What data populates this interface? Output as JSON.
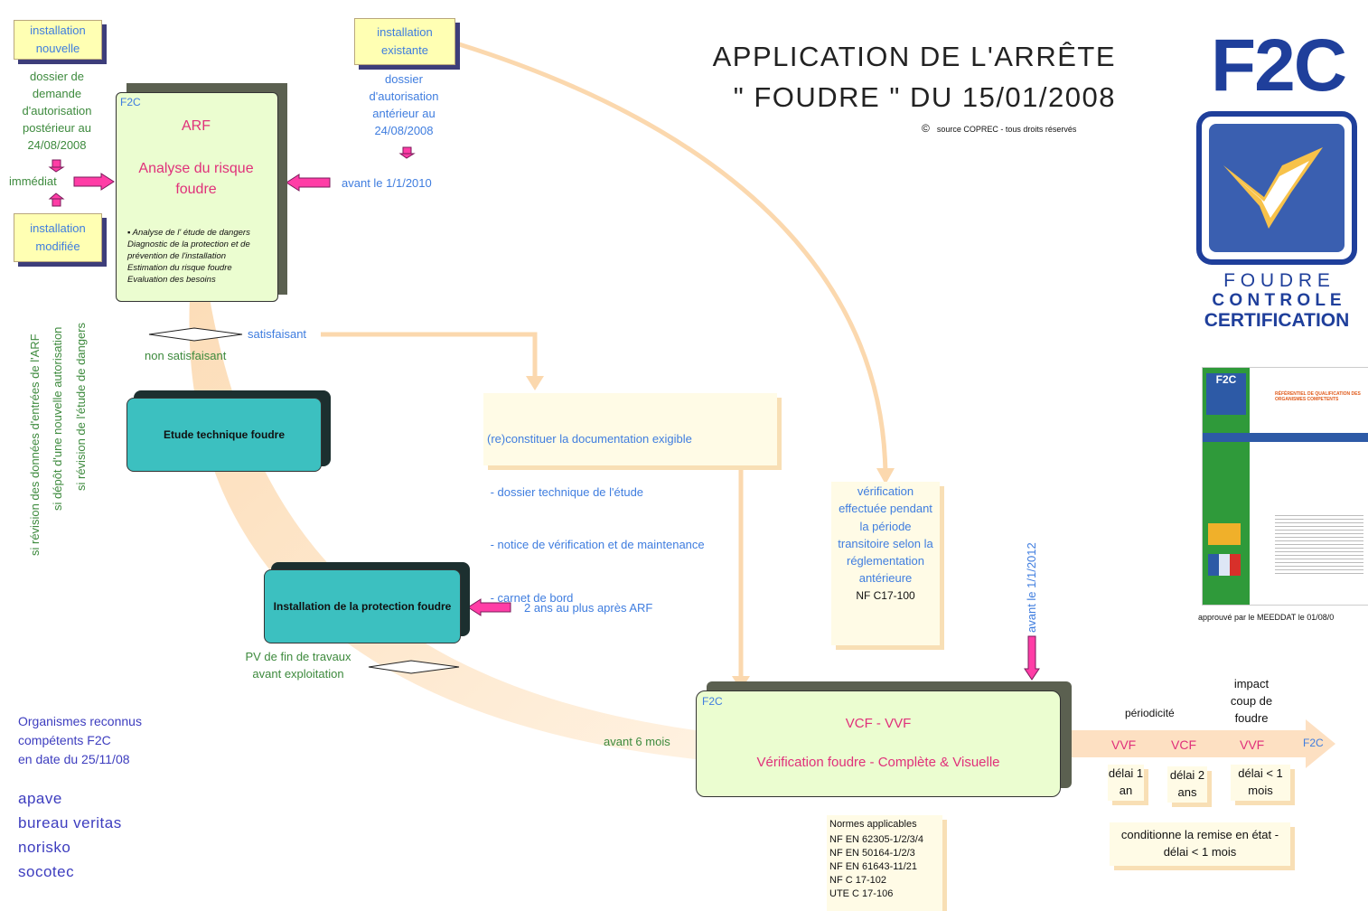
{
  "title": {
    "line1": "APPLICATION DE  L'ARRÊTE",
    "line2": "\" FOUDRE \"  DU  15/01/2008"
  },
  "copyright": {
    "symbol": "©",
    "text": "source COPREC - tous droits réservés"
  },
  "logo": {
    "letters": "F2C",
    "word1": "F O U D R E",
    "word2": "C O N T R O L E",
    "word3": "CERTIFICATION"
  },
  "doc_thumb": {
    "caption": "approuvé  par  le  MEEDDAT le 01/08/0",
    "text": "RÉFÉRENTIEL DE QUALIFICATION DES ORGANISMES COMPETENTS"
  },
  "inst_nouvelle": "installation nouvelle",
  "dossier_post": "dossier de demande d'autorisation postérieur au 24/08/2008",
  "immediat": "immédiat",
  "inst_modifiee": "installation modifiée",
  "inst_existante": "installation existante",
  "dossier_ant": "dossier d'autorisation antérieur au 24/08/2008",
  "avant_2010": "avant le 1/1/2010",
  "arf": {
    "tag": "F2C",
    "code": "ARF",
    "name": "Analyse du risque foudre",
    "bullets": [
      "Analyse de l' étude de dangers",
      "Diagnostic de la protection et de prévention de l'installation",
      "Estimation du risque foudre",
      "Evaluation des besoins"
    ]
  },
  "vertical_conditions": [
    "si révision des données d'entrées de l'ARF",
    "si dépôt d'une nouvelle autorisation",
    "si révision de l'étude de dangers"
  ],
  "satisfaisant": "satisfaisant",
  "non_satisfaisant": "non satisfaisant",
  "etude_technique": "Etude technique foudre",
  "documentation": {
    "lines": [
      "(re)constituer la documentation exigible",
      " - dossier technique de l'étude",
      " - notice de vérification et de maintenance",
      " - carnet de bord"
    ]
  },
  "verification_transitoire": {
    "text": "vérification effectuée pendant la période transitoire selon la réglementation antérieure",
    "norm": "NF C17-100"
  },
  "avant_2012": "avant le 1/1/2012",
  "installation_protection": "Installation de la protection foudre",
  "deux_ans": "2 ans au plus après ARF",
  "pv_fin": "PV de fin de travaux avant exploitation",
  "avant_6_mois": "avant 6 mois",
  "vcf": {
    "tag": "F2C",
    "code": "VCF  -  VVF",
    "name": "Vérification foudre - Complète & Visuelle"
  },
  "periodicite": "périodicité",
  "impact": "impact coup de foudre",
  "periodic": [
    {
      "label": "VVF",
      "delay": "délai 1 an"
    },
    {
      "label": "VCF",
      "delay": "délai 2 ans"
    },
    {
      "label": "VVF",
      "delay": "délai < 1 mois"
    }
  ],
  "arrow_tag": "F2C",
  "remise": "conditionne  la  remise en état - délai < 1 mois",
  "normes": {
    "title": "Normes applicables",
    "items": [
      "NF EN 62305-1/2/3/4",
      "NF EN 50164-1/2/3",
      "NF EN 61643-11/21",
      "NF C 17-102",
      "UTE C 17-106"
    ]
  },
  "organismes": {
    "heading": [
      "Organismes reconnus",
      "compétents  F2C",
      "en date du 25/11/08"
    ],
    "list": [
      "apave",
      "bureau veritas",
      "norisko",
      "socotec"
    ]
  },
  "colors": {
    "blue": "#3f7ddf",
    "green": "#3d8a3d",
    "pink": "#e0307a",
    "teal": "#3cc0c0",
    "navy": "#1f3f9b"
  }
}
